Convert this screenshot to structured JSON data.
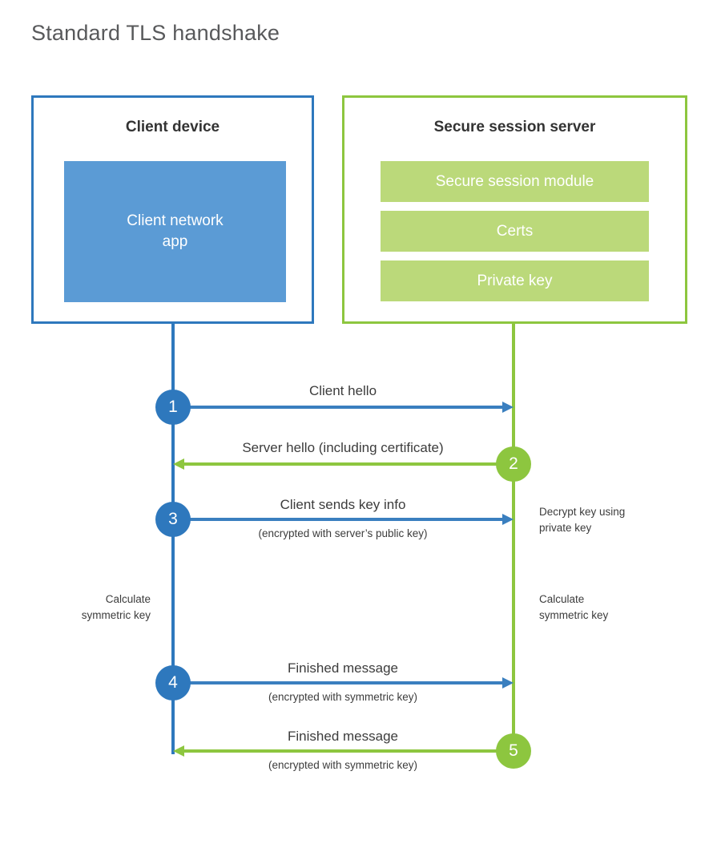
{
  "title": "Standard TLS handshake",
  "colors": {
    "client_border": "#2e78bd",
    "client_fill": "#5b9bd5",
    "server_border": "#8dc63f",
    "server_fill": "#bbd97a",
    "client_accent": "#2e78bd",
    "server_accent": "#8dc63f",
    "text": "#3c3c3c",
    "title_text": "#58595b"
  },
  "client": {
    "title": "Client device",
    "app_label": "Client network\napp"
  },
  "server": {
    "title": "Secure session server",
    "components": [
      {
        "label": "Secure session module"
      },
      {
        "label": "Certs"
      },
      {
        "label": "Private key"
      }
    ]
  },
  "steps": [
    {
      "number": "1",
      "direction": "client-to-server",
      "main": "Client hello",
      "sub": ""
    },
    {
      "number": "2",
      "direction": "server-to-client",
      "main": "Server hello (including certificate)",
      "sub": ""
    },
    {
      "number": "3",
      "direction": "client-to-server",
      "main": "Client sends key info",
      "sub": "(encrypted with server’s public key)"
    },
    {
      "number": "4",
      "direction": "client-to-server",
      "main": "Finished message",
      "sub": "(encrypted with symmetric key)"
    },
    {
      "number": "5",
      "direction": "server-to-client",
      "main": "Finished message",
      "sub": "(encrypted with symmetric key)"
    }
  ],
  "annotations": {
    "server_decrypt": "Decrypt key using\nprivate key",
    "client_calculate": "Calculate\nsymmetric key",
    "server_calculate": "Calculate\nsymmetric key"
  }
}
